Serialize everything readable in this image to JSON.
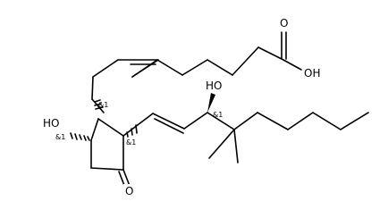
{
  "molecule": {
    "atoms": {
      "ho_ring": "HO",
      "ho_chain": "HO",
      "oh_acid": "OH",
      "o_ketone": "O",
      "o_carbonyl": "O"
    },
    "stereo_labels": {
      "c_ring_oh": "&1",
      "c_ring_top": "&1",
      "c_ring_right": "&1",
      "c_chain_oh": "&1"
    }
  }
}
